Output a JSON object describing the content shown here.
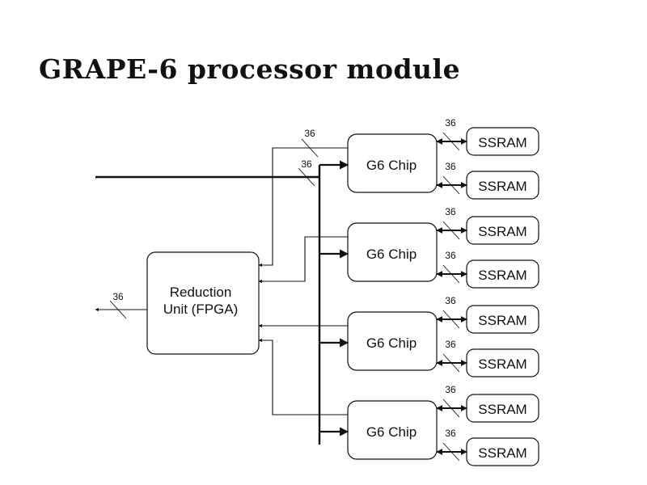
{
  "title": "GRAPE-6 processor module",
  "bus_width_label": "36",
  "reduction_unit": {
    "line1": "Reduction",
    "line2": "Unit (FPGA)"
  },
  "chips": [
    {
      "label": "G6 Chip",
      "srams": [
        "SSRAM",
        "SSRAM"
      ]
    },
    {
      "label": "G6 Chip",
      "srams": [
        "SSRAM",
        "SSRAM"
      ]
    },
    {
      "label": "G6 Chip",
      "srams": [
        "SSRAM",
        "SSRAM"
      ]
    },
    {
      "label": "G6 Chip",
      "srams": [
        "SSRAM",
        "SSRAM"
      ]
    }
  ],
  "colors": {
    "line": "#111111",
    "background": "#ffffff"
  }
}
